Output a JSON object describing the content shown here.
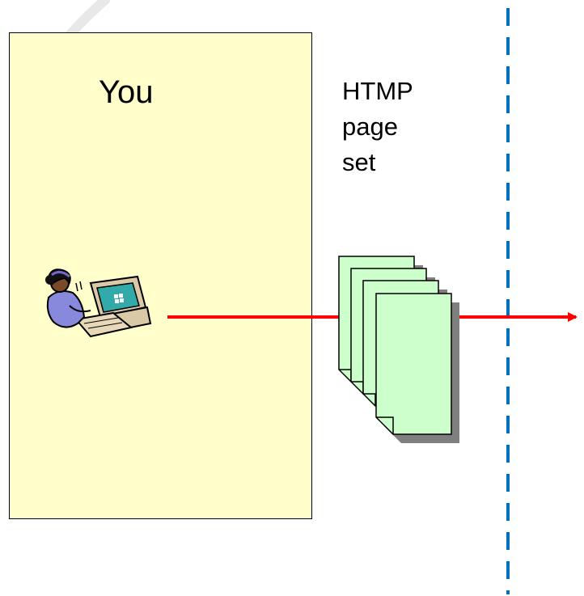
{
  "diagram": {
    "you_label": "You",
    "page_set_label": [
      "HTMP",
      "page",
      "set"
    ],
    "colors": {
      "user_box_fill": "#ffffcc",
      "page_fill": "#ccffcc",
      "arrow": "#ff0000",
      "boundary": "#0070c0"
    },
    "icons": {
      "user": "person-at-computer-icon",
      "pages": "document-stack-icon"
    }
  }
}
